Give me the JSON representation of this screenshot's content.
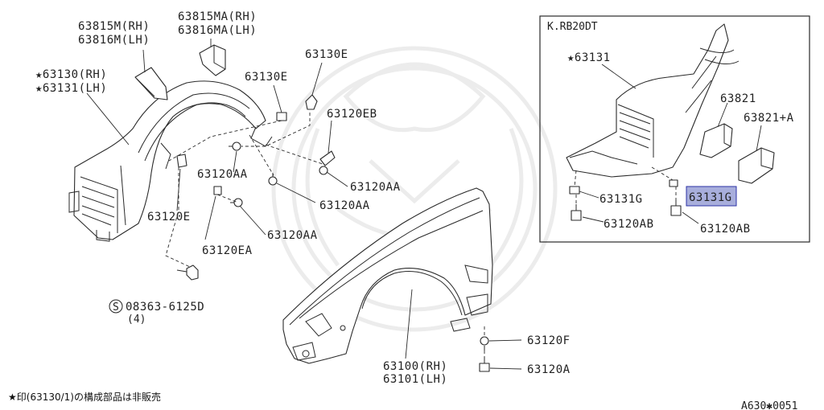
{
  "callouts": {
    "p63815m_rh": "63815M(RH)",
    "p63816m_lh": "63816M(LH)",
    "p63815ma_rh": "63815MA(RH)",
    "p63816ma_lh": "63816MA(LH)",
    "p63130_rh": "★63130(RH)",
    "p63131_lh": "★63131(LH)",
    "p63130e_a": "63130E",
    "p63130e_b": "63130E",
    "p63120eb": "63120EB",
    "p63120aa_a": "63120AA",
    "p63120aa_b": "63120AA",
    "p63120aa_c": "63120AA",
    "p63120aa_d": "63120AA",
    "p63120e": "63120E",
    "p63120ea": "63120EA",
    "p08363": "08363-6125D",
    "p08363_circle": "S",
    "p08363_qty": "(4)",
    "p63100_rh": "63100(RH)",
    "p63101_lh": "63101(LH)",
    "p63120f": "63120F",
    "p63120a": "63120A"
  },
  "inset": {
    "title": "K.RB20DT",
    "p63131": "★63131",
    "p63821": "63821",
    "p63821a": "63821+A",
    "p63131g_a": "63131G",
    "p63131g_b": "63131G",
    "p63120ab_a": "63120AB",
    "p63120ab_b": "63120AB"
  },
  "footer": {
    "note": "★印(63130/1)の構成部品は非販売",
    "code": "A630✱0051"
  },
  "colors": {
    "highlight_fill": "#a8aedc",
    "highlight_border": "#2c33a6",
    "linework": "#2a2a2a"
  }
}
